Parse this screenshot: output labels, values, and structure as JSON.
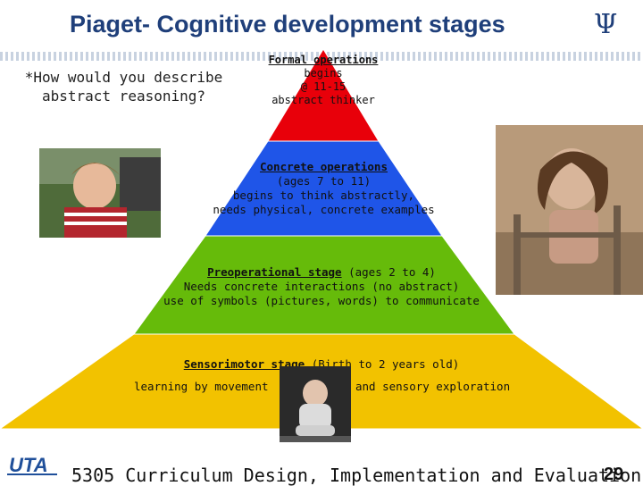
{
  "slide": {
    "title": "Piaget- Cognitive development stages",
    "psi_symbol": "Ψ",
    "question": "*How would you describe abstract reasoning?",
    "footer": "5305 Curriculum Design, Implementation and Evaluation",
    "page_number": "29",
    "logo_text": "UTA"
  },
  "stages": [
    {
      "name": "Formal operations",
      "lines": [
        "begins",
        "@ 11-15",
        "abstract thinker"
      ],
      "color": "#e8000a"
    },
    {
      "name": "Concrete operations",
      "lines": [
        "(ages 7 to 11)",
        "begins to think abstractly,",
        "needs physical, concrete examples"
      ],
      "color": "#1f55e8"
    },
    {
      "name": "Preoperational stage",
      "suffix": " (ages 2 to 4)",
      "lines": [
        "Needs concrete interactions (no abstract)",
        "use of symbols (pictures, words) to communicate"
      ],
      "color": "#66bb0a"
    },
    {
      "name": "Sensorimotor stage",
      "suffix": " (Birth to 2 years old)",
      "lines": [
        "learning by movement",
        "and sensory exploration"
      ],
      "color": "#f2c200"
    }
  ]
}
